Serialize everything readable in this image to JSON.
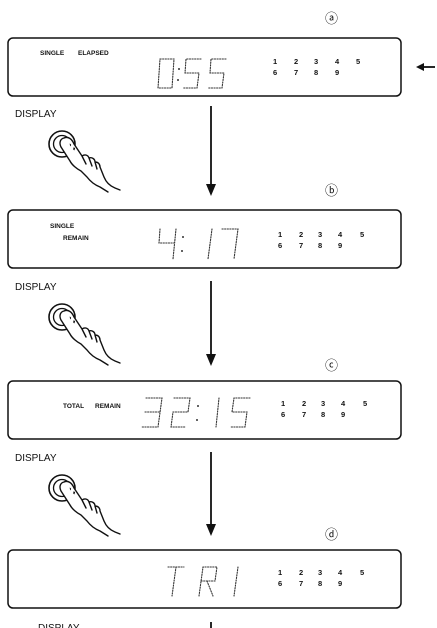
{
  "display_button_label": "DISPLAY",
  "panels": [
    {
      "marker": "a",
      "labels": [
        "SINGLE",
        "ELAPSED"
      ],
      "digits": [
        "0",
        ":",
        "5",
        "5"
      ],
      "tracks": [
        "1",
        "2",
        "3",
        "4",
        "5",
        "6",
        "7",
        "8",
        "9"
      ]
    },
    {
      "marker": "b",
      "labels": [
        "SINGLE",
        "REMAIN"
      ],
      "digits": [
        "4",
        ":",
        "1",
        "7"
      ],
      "tracks": [
        "1",
        "2",
        "3",
        "4",
        "5",
        "6",
        "7",
        "8",
        "9"
      ]
    },
    {
      "marker": "c",
      "labels": [
        "TOTAL",
        "REMAIN"
      ],
      "digits": [
        "3",
        "2",
        ":",
        "1",
        "5"
      ],
      "tracks": [
        "1",
        "2",
        "3",
        "4",
        "5",
        "6",
        "7",
        "8",
        "9"
      ]
    },
    {
      "marker": "d",
      "labels": [],
      "digits": [
        "T",
        "R",
        "1"
      ],
      "tracks": [
        "1",
        "2",
        "3",
        "4",
        "5",
        "6",
        "7",
        "8",
        "9"
      ]
    }
  ],
  "icons": {
    "hand": "hand-pressing-button-icon",
    "arrow": "arrow-down-icon",
    "side_arrow": "arrow-left-icon"
  },
  "colors": {
    "ink": "#111111",
    "segment": "#333333"
  }
}
